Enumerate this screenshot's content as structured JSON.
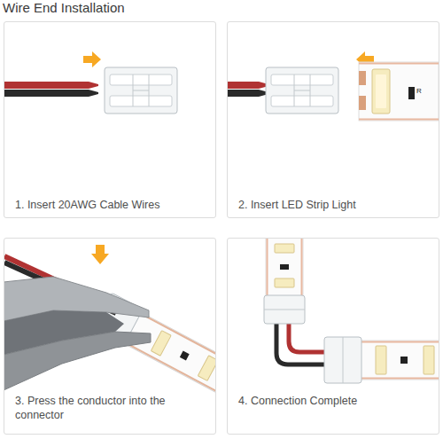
{
  "diagram": {
    "title": "Wire End Installation",
    "nodes": [
      {
        "text": [
          "1. Insert 20AWG Cable Wires"
        ]
      },
      {
        "text": [
          "2. Insert LED Strip Light"
        ]
      },
      {
        "text": [
          "3. Press the conductor into the connector"
        ]
      },
      {
        "text": [
          "4. Connection Complete"
        ]
      }
    ],
    "labels": [
      "R"
    ]
  }
}
